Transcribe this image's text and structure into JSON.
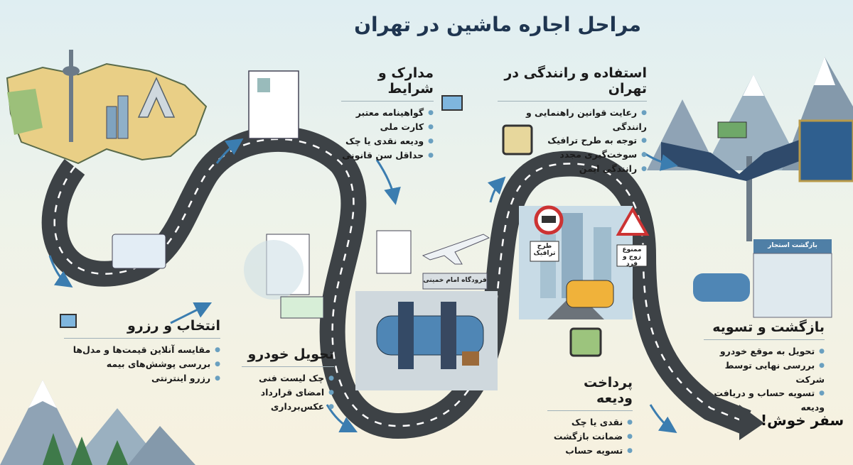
{
  "title": "مراحل اجاره ماشین در تهران",
  "steps": [
    {
      "title": "انتخاب و رزرو",
      "items": [
        "مقایسه آنلاین قیمت‌ها و مدل‌ها",
        "بررسی پوشش‌های بیمه",
        "رزرو اینترنتی"
      ]
    },
    {
      "title": "مدارک و شرایط",
      "items": [
        "گواهینامه معتبر",
        "کارت ملی",
        "ودیعه نقدی یا چک",
        "حداقل سن قانونی"
      ]
    },
    {
      "title": "تحویل خودرو",
      "items": [
        "چک لیست فنی",
        "امضای قرارداد",
        "عکس‌برداری"
      ]
    },
    {
      "title": "استفاده و رانندگی در تهران",
      "items": [
        "رعایت قوانین راهنمایی و رانندگی",
        "توجه به طرح ترافیک",
        "سوخت‌گیری مجدد",
        "رانندگی ایمن"
      ]
    },
    {
      "title": "پرداخت ودیعه",
      "items": [
        "نقدی یا چک",
        "ضمانت بازگشت",
        "تسویه حساب"
      ]
    },
    {
      "title": "بازگشت و تسویه",
      "items": [
        "تحویل به موقع خودرو",
        "بررسی نهایی توسط شرکت",
        "تسویه حساب و دریافت ودیعه"
      ]
    }
  ],
  "signs": {
    "traffic": "طرح ترافیک",
    "odd_even": "ممنوع زوج و فرد",
    "airport": "فرودگاه امام خمینی",
    "return": "بازگشت استجار"
  },
  "end_label": "سفر خوش!",
  "colors": {
    "road": "#3d4246",
    "title": "#1f3550",
    "bullet": "#6aa0c0",
    "arrow": "#3b7db0"
  }
}
